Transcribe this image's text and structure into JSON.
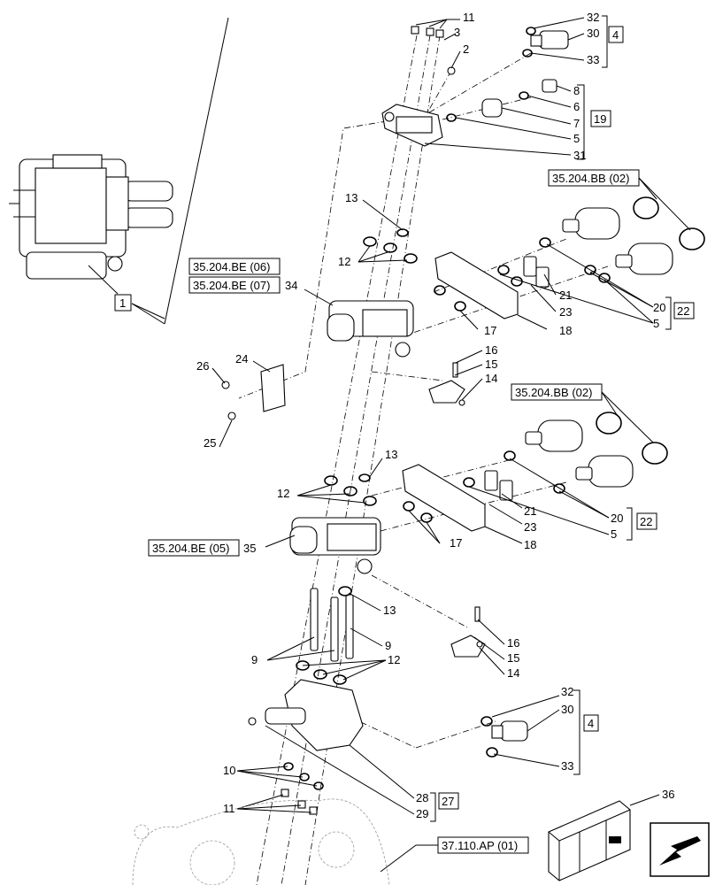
{
  "callouts": {
    "c11_top": "11",
    "c3": "3",
    "c2": "2",
    "c32_top": "32",
    "c30_top": "30",
    "c33_top": "33",
    "c8": "8",
    "c6": "6",
    "c7": "7",
    "c5_top": "5",
    "c31": "31",
    "c13_a": "13",
    "c12_a": "12",
    "c34": "34",
    "c21_a": "21",
    "c23_a": "23",
    "c20_a": "20",
    "c5_a": "5",
    "c17_a": "17",
    "c18_a": "18",
    "c16_a": "16",
    "c15_a": "15",
    "c14_a": "14",
    "c24": "24",
    "c26": "26",
    "c25": "25",
    "c13_b": "13",
    "c12_b": "12",
    "c35": "35",
    "c21_b": "21",
    "c23_b": "23",
    "c20_b": "20",
    "c5_b": "5",
    "c17_b": "17",
    "c18_b": "18",
    "c13_c": "13",
    "c9_a": "9",
    "c9_b": "9",
    "c12_c": "12",
    "c16_b": "16",
    "c15_b": "15",
    "c14_b": "14",
    "c32_bot": "32",
    "c30_bot": "30",
    "c33_bot": "33",
    "c10": "10",
    "c11_bot": "11",
    "c28": "28",
    "c29": "29",
    "c36": "36"
  },
  "boxes": {
    "b4_top": "4",
    "b19": "19",
    "b22_a": "22",
    "b22_b": "22",
    "b4_bot": "4",
    "b27": "27",
    "b1": "1"
  },
  "refs": {
    "r_be06": "35.204.BE (06)",
    "r_be07": "35.204.BE (07)",
    "r_bb02_a": "35.204.BB (02)",
    "r_bb02_b": "35.204.BB (02)",
    "r_be05": "35.204.BE (05)",
    "r_ap01": "37.110.AP (01)"
  },
  "icons": {
    "nav": "arrow-left-down-icon",
    "kit": "crate-icon"
  }
}
